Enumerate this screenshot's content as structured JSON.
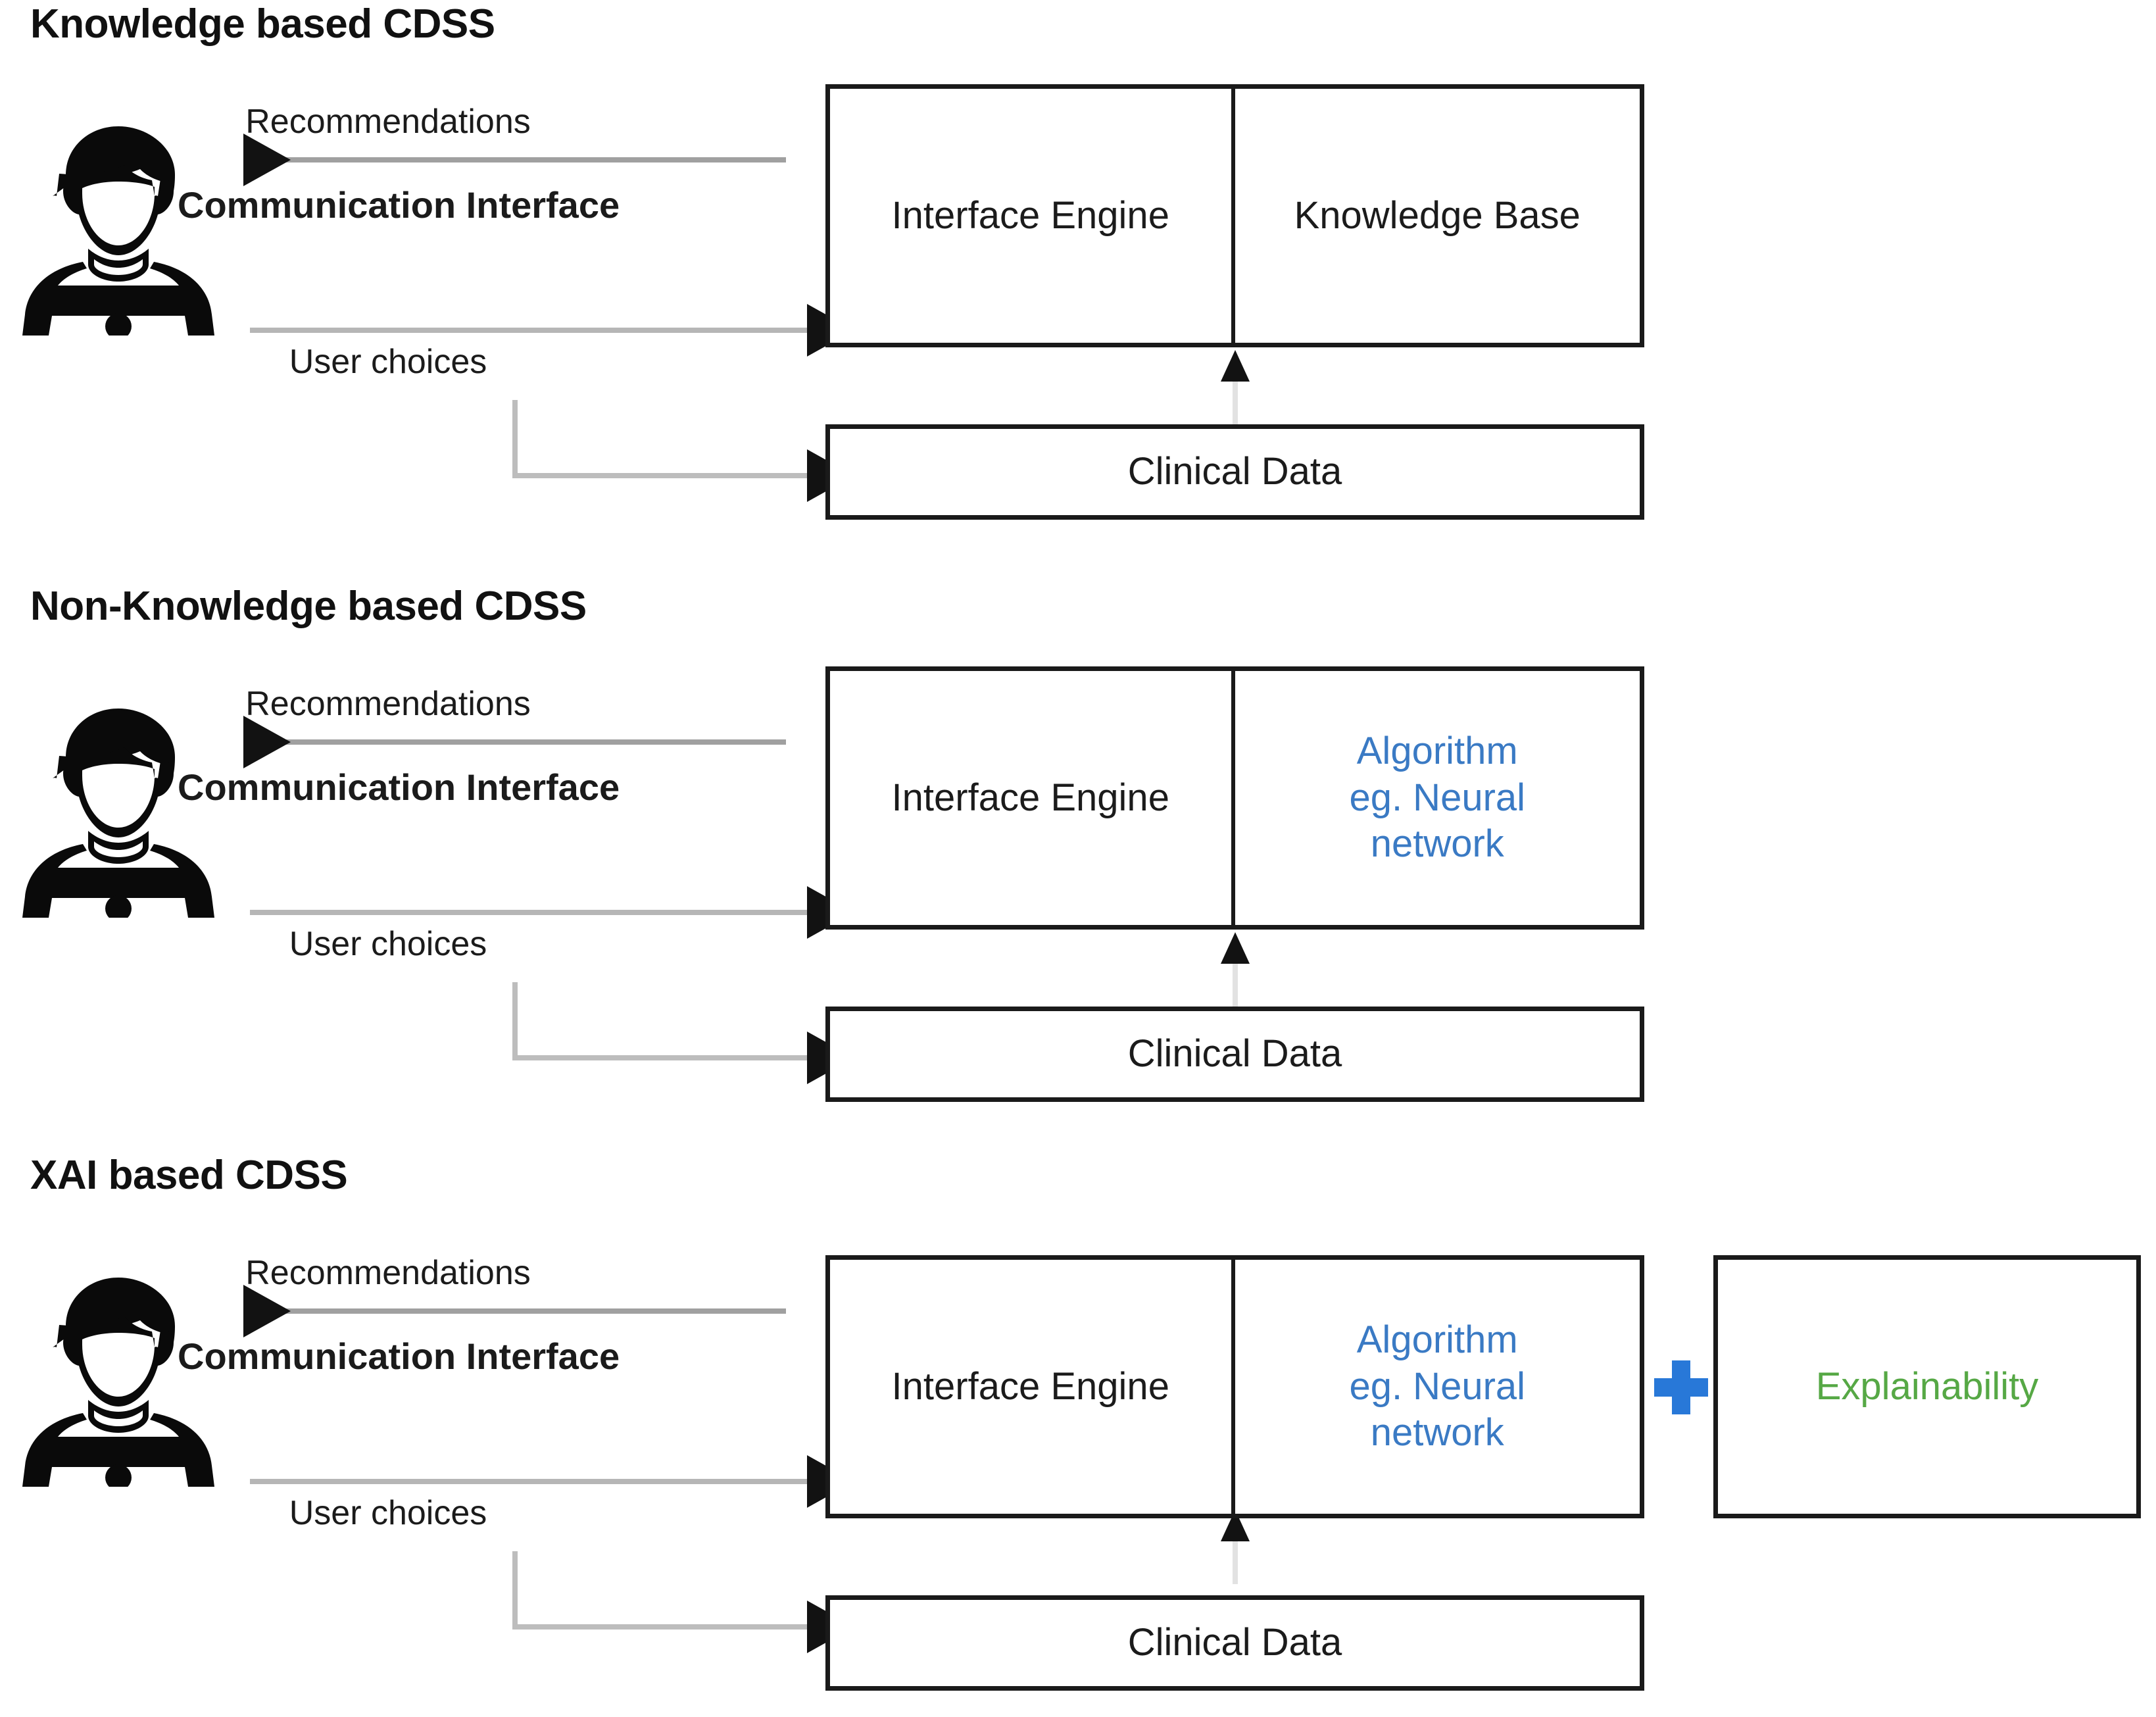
{
  "sections": [
    {
      "id": "knowledge-based",
      "title": "Knowledge based CDSS",
      "recommendations_label": "Recommendations",
      "communication_label": "Communication\nInterface",
      "user_choices_label": "User choices",
      "engine_label": "Interface Engine",
      "right_label": "Knowledge Base",
      "right_color": "#1b1b1b",
      "clinical_label": "Clinical Data",
      "has_explainability": false
    },
    {
      "id": "non-knowledge-based",
      "title": "Non-Knowledge based CDSS",
      "recommendations_label": "Recommendations",
      "communication_label": "Communication\nInterface",
      "user_choices_label": "User choices",
      "engine_label": "Interface Engine",
      "right_label": "Algorithm\neg. Neural\nnetwork",
      "right_color": "#3a7ac4",
      "clinical_label": "Clinical Data",
      "has_explainability": false
    },
    {
      "id": "xai-based",
      "title": "XAI based CDSS",
      "recommendations_label": "Recommendations",
      "communication_label": "Communication\nInterface",
      "user_choices_label": "User choices",
      "engine_label": "Interface Engine",
      "right_label": "Algorithm\neg. Neural\nnetwork",
      "right_color": "#3a7ac4",
      "clinical_label": "Clinical Data",
      "has_explainability": true,
      "plus_label": "+",
      "explainability_label": "Explainability",
      "explainability_color": "#56a845"
    }
  ],
  "icons": {
    "person": "person-at-desk-icon",
    "plus": "plus-icon"
  },
  "colors": {
    "text": "#1b1b1b",
    "box_border": "#1a1a1a",
    "algorithm_blue": "#3a7ac4",
    "explainability_green": "#56a845",
    "plus_blue": "#2878d8",
    "arrow_gray": "#9b9b9b",
    "arrow_light": "#d8d8d8",
    "background": "#ffffff"
  }
}
